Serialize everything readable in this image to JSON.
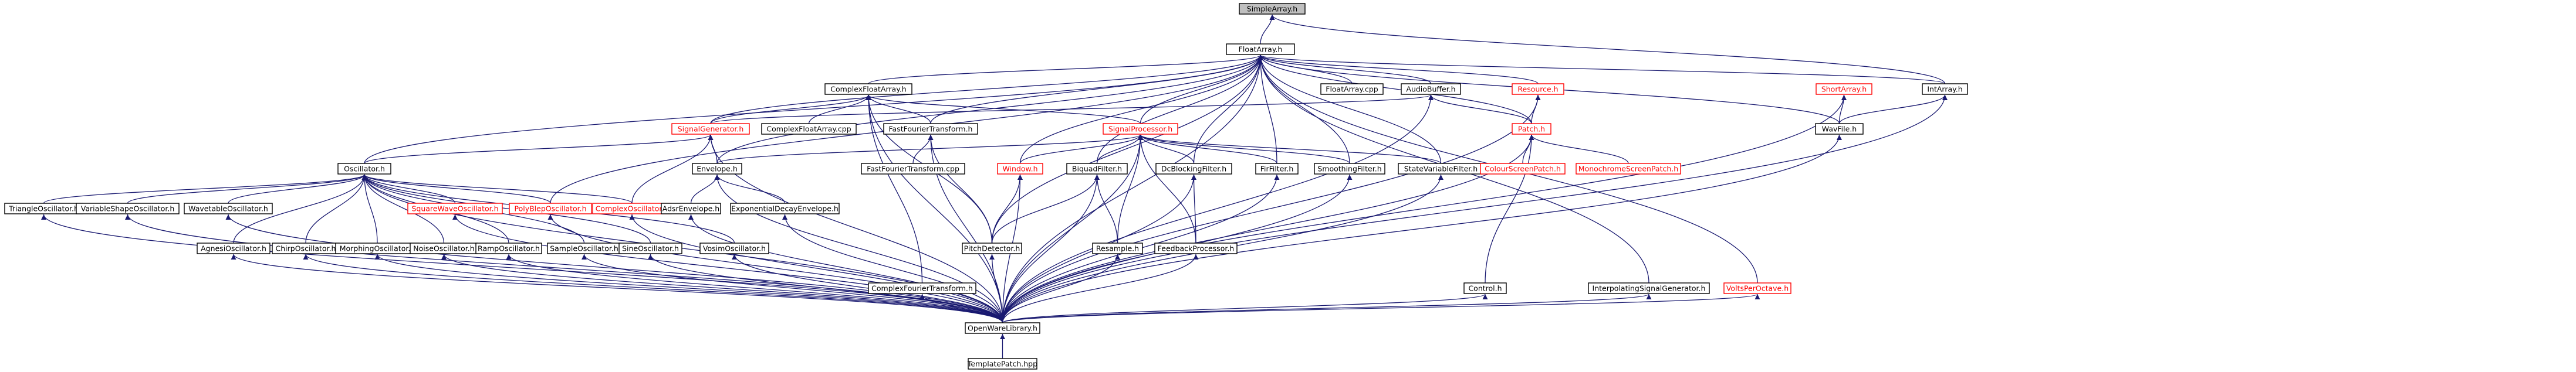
{
  "colors": {
    "edge": "#191970",
    "normal_border": "#000000",
    "undocumented_border": "#ff0000",
    "current_fill": "#bfbfbf",
    "normal_fill": "#ffffff",
    "normal_text": "#000000",
    "undocumented_text": "#ff0000"
  },
  "nodes": [
    {
      "id": "SimpleArray_h",
      "label": "SimpleArray.h",
      "style": "current"
    },
    {
      "id": "FloatArray_h",
      "label": "FloatArray.h",
      "style": "normal"
    },
    {
      "id": "ComplexFloatArray_h",
      "label": "ComplexFloatArray.h",
      "style": "normal"
    },
    {
      "id": "FloatArray_cpp",
      "label": "FloatArray.cpp",
      "style": "normal"
    },
    {
      "id": "AudioBuffer_h",
      "label": "AudioBuffer.h",
      "style": "normal"
    },
    {
      "id": "Resource_h",
      "label": "Resource.h",
      "style": "undocumented"
    },
    {
      "id": "ShortArray_h",
      "label": "ShortArray.h",
      "style": "undocumented"
    },
    {
      "id": "IntArray_h",
      "label": "IntArray.h",
      "style": "normal"
    },
    {
      "id": "SignalGenerator_h",
      "label": "SignalGenerator.h",
      "style": "undocumented"
    },
    {
      "id": "ComplexFloatArray_cpp",
      "label": "ComplexFloatArray.cpp",
      "style": "normal"
    },
    {
      "id": "FastFourierTransform_h",
      "label": "FastFourierTransform.h",
      "style": "normal"
    },
    {
      "id": "SignalProcessor_h",
      "label": "SignalProcessor.h",
      "style": "undocumented"
    },
    {
      "id": "Patch_h",
      "label": "Patch.h",
      "style": "undocumented"
    },
    {
      "id": "WavFile_h",
      "label": "WavFile.h",
      "style": "normal"
    },
    {
      "id": "Oscillator_h",
      "label": "Oscillator.h",
      "style": "normal"
    },
    {
      "id": "Envelope_h",
      "label": "Envelope.h",
      "style": "normal"
    },
    {
      "id": "FastFourierTransform_cpp",
      "label": "FastFourierTransform.cpp",
      "style": "normal"
    },
    {
      "id": "Window_h",
      "label": "Window.h",
      "style": "undocumented"
    },
    {
      "id": "BiquadFilter_h",
      "label": "BiquadFilter.h",
      "style": "normal"
    },
    {
      "id": "DcBlockingFilter_h",
      "label": "DcBlockingFilter.h",
      "style": "normal"
    },
    {
      "id": "FirFilter_h",
      "label": "FirFilter.h",
      "style": "normal"
    },
    {
      "id": "SmoothingFilter_h",
      "label": "SmoothingFilter.h",
      "style": "normal"
    },
    {
      "id": "StateVariableFilter_h",
      "label": "StateVariableFilter.h",
      "style": "normal"
    },
    {
      "id": "ColourScreenPatch_h",
      "label": "ColourScreenPatch.h",
      "style": "undocumented"
    },
    {
      "id": "MonochromeScreenPatch_h",
      "label": "MonochromeScreenPatch.h",
      "style": "undocumented"
    },
    {
      "id": "TriangleOscillator_h",
      "label": "TriangleOscillator.h",
      "style": "normal"
    },
    {
      "id": "VariableShapeOscillator_h",
      "label": "VariableShapeOscillator.h",
      "style": "normal"
    },
    {
      "id": "WavetableOscillator_h",
      "label": "WavetableOscillator.h",
      "style": "normal"
    },
    {
      "id": "SquareWaveOscillator_h",
      "label": "SquareWaveOscillator.h",
      "style": "undocumented"
    },
    {
      "id": "PolyBlepOscillator_h",
      "label": "PolyBlepOscillator.h",
      "style": "undocumented"
    },
    {
      "id": "ComplexOscillator_h",
      "label": "ComplexOscillator.h",
      "style": "undocumented"
    },
    {
      "id": "AdsrEnvelope_h",
      "label": "AdsrEnvelope.h",
      "style": "normal"
    },
    {
      "id": "ExponentialDecayEnvelope_h",
      "label": "ExponentialDecayEnvelope.h",
      "style": "normal"
    },
    {
      "id": "PitchDetector_h",
      "label": "PitchDetector.h",
      "style": "normal"
    },
    {
      "id": "Resample_h",
      "label": "Resample.h",
      "style": "normal"
    },
    {
      "id": "FeedbackProcessor_h",
      "label": "FeedbackProcessor.h",
      "style": "normal"
    },
    {
      "id": "AgnesiOscillator_h",
      "label": "AgnesiOscillator.h",
      "style": "normal"
    },
    {
      "id": "ChirpOscillator_h",
      "label": "ChirpOscillator.h",
      "style": "normal"
    },
    {
      "id": "MorphingOscillator_h",
      "label": "MorphingOscillator.h",
      "style": "normal"
    },
    {
      "id": "NoiseOscillator_h",
      "label": "NoiseOscillator.h",
      "style": "normal"
    },
    {
      "id": "RampOscillator_h",
      "label": "RampOscillator.h",
      "style": "normal"
    },
    {
      "id": "SampleOscillator_h",
      "label": "SampleOscillator.h",
      "style": "normal"
    },
    {
      "id": "SineOscillator_h",
      "label": "SineOscillator.h",
      "style": "normal"
    },
    {
      "id": "VosimOscillator_h",
      "label": "VosimOscillator.h",
      "style": "normal"
    },
    {
      "id": "ComplexFourierTransform_h",
      "label": "ComplexFourierTransform.h",
      "style": "normal"
    },
    {
      "id": "Control_h",
      "label": "Control.h",
      "style": "normal"
    },
    {
      "id": "InterpolatingSignalGenerator_h",
      "label": "InterpolatingSignalGenerator.h",
      "style": "normal"
    },
    {
      "id": "VoltsPerOctave_h",
      "label": "VoltsPerOctave.h",
      "style": "undocumented"
    },
    {
      "id": "OpenWareLibrary_h",
      "label": "OpenWareLibrary.h",
      "style": "normal"
    },
    {
      "id": "TemplatePatch_hpp",
      "label": "TemplatePatch.hpp",
      "style": "normal"
    }
  ],
  "edges": [
    [
      "FloatArray_h",
      "SimpleArray_h"
    ],
    [
      "IntArray_h",
      "SimpleArray_h"
    ],
    [
      "ComplexFloatArray_h",
      "FloatArray_h"
    ],
    [
      "FloatArray_cpp",
      "FloatArray_h"
    ],
    [
      "AudioBuffer_h",
      "FloatArray_h"
    ],
    [
      "Resource_h",
      "FloatArray_h"
    ],
    [
      "IntArray_h",
      "FloatArray_h"
    ],
    [
      "SignalGenerator_h",
      "FloatArray_h"
    ],
    [
      "FastFourierTransform_h",
      "FloatArray_h"
    ],
    [
      "SignalProcessor_h",
      "FloatArray_h"
    ],
    [
      "Patch_h",
      "FloatArray_h"
    ],
    [
      "WavFile_h",
      "FloatArray_h"
    ],
    [
      "Oscillator_h",
      "FloatArray_h"
    ],
    [
      "Envelope_h",
      "FloatArray_h"
    ],
    [
      "Window_h",
      "FloatArray_h"
    ],
    [
      "BiquadFilter_h",
      "FloatArray_h"
    ],
    [
      "DcBlockingFilter_h",
      "FloatArray_h"
    ],
    [
      "FirFilter_h",
      "FloatArray_h"
    ],
    [
      "SmoothingFilter_h",
      "FloatArray_h"
    ],
    [
      "StateVariableFilter_h",
      "FloatArray_h"
    ],
    [
      "PolyBlepOscillator_h",
      "FloatArray_h"
    ],
    [
      "PitchDetector_h",
      "FloatArray_h"
    ],
    [
      "InterpolatingSignalGenerator_h",
      "FloatArray_h"
    ],
    [
      "VoltsPerOctave_h",
      "FloatArray_h"
    ],
    [
      "OpenWareLibrary_h",
      "FloatArray_h"
    ],
    [
      "SignalGenerator_h",
      "ComplexFloatArray_h"
    ],
    [
      "ComplexFloatArray_cpp",
      "ComplexFloatArray_h"
    ],
    [
      "FastFourierTransform_h",
      "ComplexFloatArray_h"
    ],
    [
      "SignalProcessor_h",
      "ComplexFloatArray_h"
    ],
    [
      "ComplexFourierTransform_h",
      "ComplexFloatArray_h"
    ],
    [
      "OpenWareLibrary_h",
      "ComplexFloatArray_h"
    ],
    [
      "PitchDetector_h",
      "ComplexFloatArray_h"
    ],
    [
      "SignalGenerator_h",
      "AudioBuffer_h"
    ],
    [
      "Patch_h",
      "AudioBuffer_h"
    ],
    [
      "OpenWareLibrary_h",
      "AudioBuffer_h"
    ],
    [
      "Patch_h",
      "Resource_h"
    ],
    [
      "OpenWareLibrary_h",
      "Resource_h"
    ],
    [
      "WavFile_h",
      "ShortArray_h"
    ],
    [
      "OpenWareLibrary_h",
      "ShortArray_h"
    ],
    [
      "WavFile_h",
      "IntArray_h"
    ],
    [
      "OpenWareLibrary_h",
      "IntArray_h"
    ],
    [
      "Oscillator_h",
      "SignalGenerator_h"
    ],
    [
      "Envelope_h",
      "SignalGenerator_h"
    ],
    [
      "ComplexOscillator_h",
      "SignalGenerator_h"
    ],
    [
      "OpenWareLibrary_h",
      "SignalGenerator_h"
    ],
    [
      "FastFourierTransform_cpp",
      "FastFourierTransform_h"
    ],
    [
      "PitchDetector_h",
      "FastFourierTransform_h"
    ],
    [
      "OpenWareLibrary_h",
      "FastFourierTransform_h"
    ],
    [
      "Envelope_h",
      "SignalProcessor_h"
    ],
    [
      "Window_h",
      "SignalProcessor_h"
    ],
    [
      "BiquadFilter_h",
      "SignalProcessor_h"
    ],
    [
      "DcBlockingFilter_h",
      "SignalProcessor_h"
    ],
    [
      "FirFilter_h",
      "SignalProcessor_h"
    ],
    [
      "SmoothingFilter_h",
      "SignalProcessor_h"
    ],
    [
      "StateVariableFilter_h",
      "SignalProcessor_h"
    ],
    [
      "Resample_h",
      "SignalProcessor_h"
    ],
    [
      "FeedbackProcessor_h",
      "SignalProcessor_h"
    ],
    [
      "OpenWareLibrary_h",
      "SignalProcessor_h"
    ],
    [
      "ColourScreenPatch_h",
      "Patch_h"
    ],
    [
      "MonochromeScreenPatch_h",
      "Patch_h"
    ],
    [
      "Control_h",
      "Patch_h"
    ],
    [
      "OpenWareLibrary_h",
      "Patch_h"
    ],
    [
      "OpenWareLibrary_h",
      "WavFile_h"
    ],
    [
      "TriangleOscillator_h",
      "Oscillator_h"
    ],
    [
      "VariableShapeOscillator_h",
      "Oscillator_h"
    ],
    [
      "WavetableOscillator_h",
      "Oscillator_h"
    ],
    [
      "SquareWaveOscillator_h",
      "Oscillator_h"
    ],
    [
      "PolyBlepOscillator_h",
      "Oscillator_h"
    ],
    [
      "ComplexOscillator_h",
      "Oscillator_h"
    ],
    [
      "AgnesiOscillator_h",
      "Oscillator_h"
    ],
    [
      "ChirpOscillator_h",
      "Oscillator_h"
    ],
    [
      "MorphingOscillator_h",
      "Oscillator_h"
    ],
    [
      "NoiseOscillator_h",
      "Oscillator_h"
    ],
    [
      "RampOscillator_h",
      "Oscillator_h"
    ],
    [
      "SampleOscillator_h",
      "Oscillator_h"
    ],
    [
      "SineOscillator_h",
      "Oscillator_h"
    ],
    [
      "VosimOscillator_h",
      "Oscillator_h"
    ],
    [
      "OpenWareLibrary_h",
      "Oscillator_h"
    ],
    [
      "AdsrEnvelope_h",
      "Envelope_h"
    ],
    [
      "ExponentialDecayEnvelope_h",
      "Envelope_h"
    ],
    [
      "OpenWareLibrary_h",
      "Envelope_h"
    ],
    [
      "PitchDetector_h",
      "Window_h"
    ],
    [
      "OpenWareLibrary_h",
      "Window_h"
    ],
    [
      "PitchDetector_h",
      "BiquadFilter_h"
    ],
    [
      "Resample_h",
      "BiquadFilter_h"
    ],
    [
      "OpenWareLibrary_h",
      "BiquadFilter_h"
    ],
    [
      "FeedbackProcessor_h",
      "DcBlockingFilter_h"
    ],
    [
      "OpenWareLibrary_h",
      "DcBlockingFilter_h"
    ],
    [
      "OpenWareLibrary_h",
      "FirFilter_h"
    ],
    [
      "OpenWareLibrary_h",
      "SmoothingFilter_h"
    ],
    [
      "OpenWareLibrary_h",
      "StateVariableFilter_h"
    ],
    [
      "OpenWareLibrary_h",
      "TriangleOscillator_h"
    ],
    [
      "OpenWareLibrary_h",
      "VariableShapeOscillator_h"
    ],
    [
      "OpenWareLibrary_h",
      "WavetableOscillator_h"
    ],
    [
      "OpenWareLibrary_h",
      "SquareWaveOscillator_h"
    ],
    [
      "OpenWareLibrary_h",
      "PolyBlepOscillator_h"
    ],
    [
      "OpenWareLibrary_h",
      "ComplexOscillator_h"
    ],
    [
      "OpenWareLibrary_h",
      "AdsrEnvelope_h"
    ],
    [
      "OpenWareLibrary_h",
      "ExponentialDecayEnvelope_h"
    ],
    [
      "OpenWareLibrary_h",
      "PitchDetector_h"
    ],
    [
      "OpenWareLibrary_h",
      "Resample_h"
    ],
    [
      "OpenWareLibrary_h",
      "FeedbackProcessor_h"
    ],
    [
      "OpenWareLibrary_h",
      "AgnesiOscillator_h"
    ],
    [
      "OpenWareLibrary_h",
      "ChirpOscillator_h"
    ],
    [
      "OpenWareLibrary_h",
      "MorphingOscillator_h"
    ],
    [
      "OpenWareLibrary_h",
      "NoiseOscillator_h"
    ],
    [
      "OpenWareLibrary_h",
      "RampOscillator_h"
    ],
    [
      "OpenWareLibrary_h",
      "SampleOscillator_h"
    ],
    [
      "OpenWareLibrary_h",
      "SineOscillator_h"
    ],
    [
      "OpenWareLibrary_h",
      "VosimOscillator_h"
    ],
    [
      "OpenWareLibrary_h",
      "ComplexFourierTransform_h"
    ],
    [
      "OpenWareLibrary_h",
      "Control_h"
    ],
    [
      "OpenWareLibrary_h",
      "InterpolatingSignalGenerator_h"
    ],
    [
      "OpenWareLibrary_h",
      "VoltsPerOctave_h"
    ],
    [
      "TemplatePatch_hpp",
      "OpenWareLibrary_h"
    ]
  ]
}
